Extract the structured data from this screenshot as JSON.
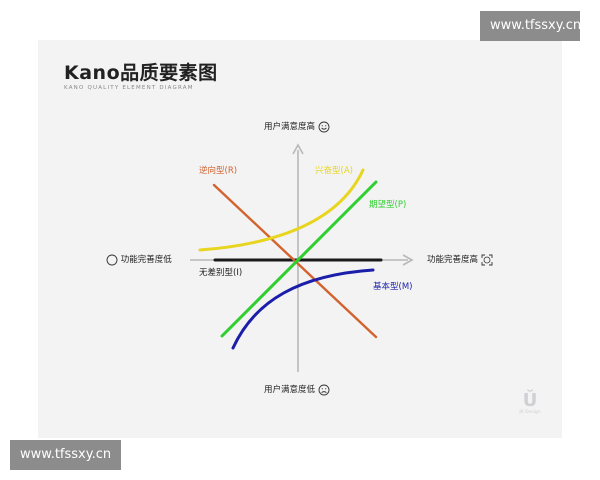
{
  "header": {
    "title": "Kano品质要素图",
    "subtitle": "KANO QUALITY ELEMENT DIAGRAM"
  },
  "axes": {
    "top_label": "用户满意度高",
    "bottom_label": "用户满意度低",
    "left_label": "功能完善度低",
    "right_label": "功能完善度高"
  },
  "curves": {
    "reverse": {
      "label": "逆向型(R)",
      "color": "#d2632f"
    },
    "attractive": {
      "label": "兴奋型(A)",
      "color": "#e8d51f"
    },
    "performance": {
      "label": "期望型(P)",
      "color": "#2fcf2f"
    },
    "must_be": {
      "label": "基本型(M)",
      "color": "#1a1ea8"
    },
    "indifferent": {
      "label": "无差别型(I)",
      "color": "#1a1a1a"
    }
  },
  "icons": {
    "top": "smile-icon",
    "bottom": "frown-icon",
    "left": "circle-icon",
    "right": "expand-icon"
  },
  "brand": {
    "glyph": "Ŭ",
    "text": "JK Design"
  },
  "watermark": {
    "top": "www.tfssxy.cn",
    "bottom": "www.tfssxy.cn"
  }
}
